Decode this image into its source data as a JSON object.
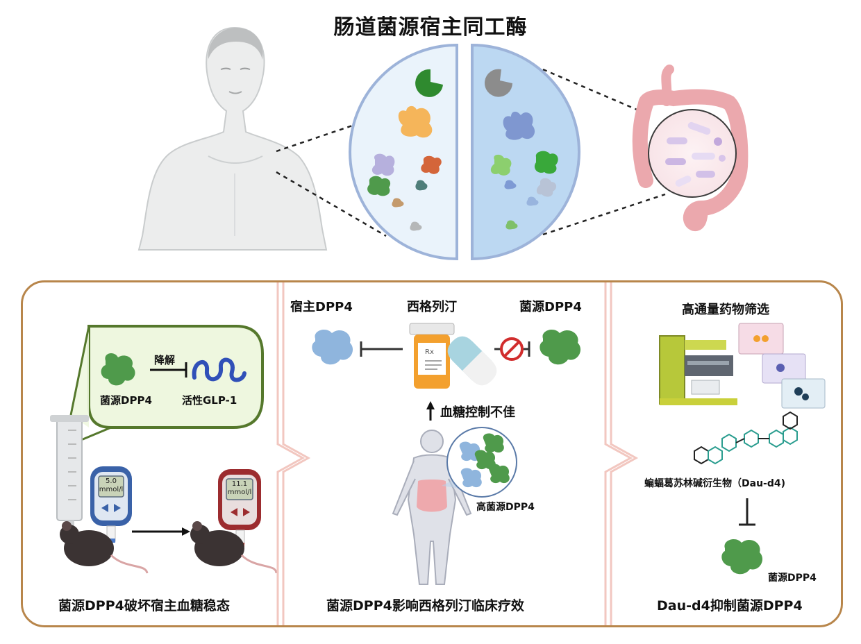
{
  "title": "肠道菌源宿主同工酶",
  "left_panel": {
    "degrade_label": "降解",
    "bacterial_dpp4": "菌源DPP4",
    "active_glp1": "活性GLP-1",
    "meter_before_line1": "5.0",
    "meter_before_line2": "mmol/l",
    "meter_after_line1": "11.1",
    "meter_after_line2": "mmol/l",
    "caption": "菌源DPP4破坏宿主血糖稳态"
  },
  "middle_panel": {
    "host_dpp4": "宿主DPP4",
    "drug_name": "西格列汀",
    "bacterial_dpp4": "菌源DPP4",
    "rx_label": "Rx",
    "poor_control": "血糖控制不佳",
    "high_bacterial_dpp4": "高菌源DPP4",
    "caption": "菌源DPP4影响西格列汀临床疗效"
  },
  "right_panel": {
    "screening": "高通量药物筛选",
    "compound": "蝙蝠葛苏林碱衍生物（Dau-d4)",
    "bacterial_dpp4": "菌源DPP4",
    "caption": "Dau-d4抑制菌源DPP4"
  },
  "colors": {
    "panel_border": "#b8864b",
    "left_halo_fill": "#eef7df",
    "left_halo_border": "#55782c",
    "circle_left": "#eaf3fb",
    "circle_right": "#bcd8f2",
    "circle_border": "#9db3d9",
    "enzyme_green": "#4f9a4b",
    "enzyme_blue": "#8fb5dd"
  }
}
